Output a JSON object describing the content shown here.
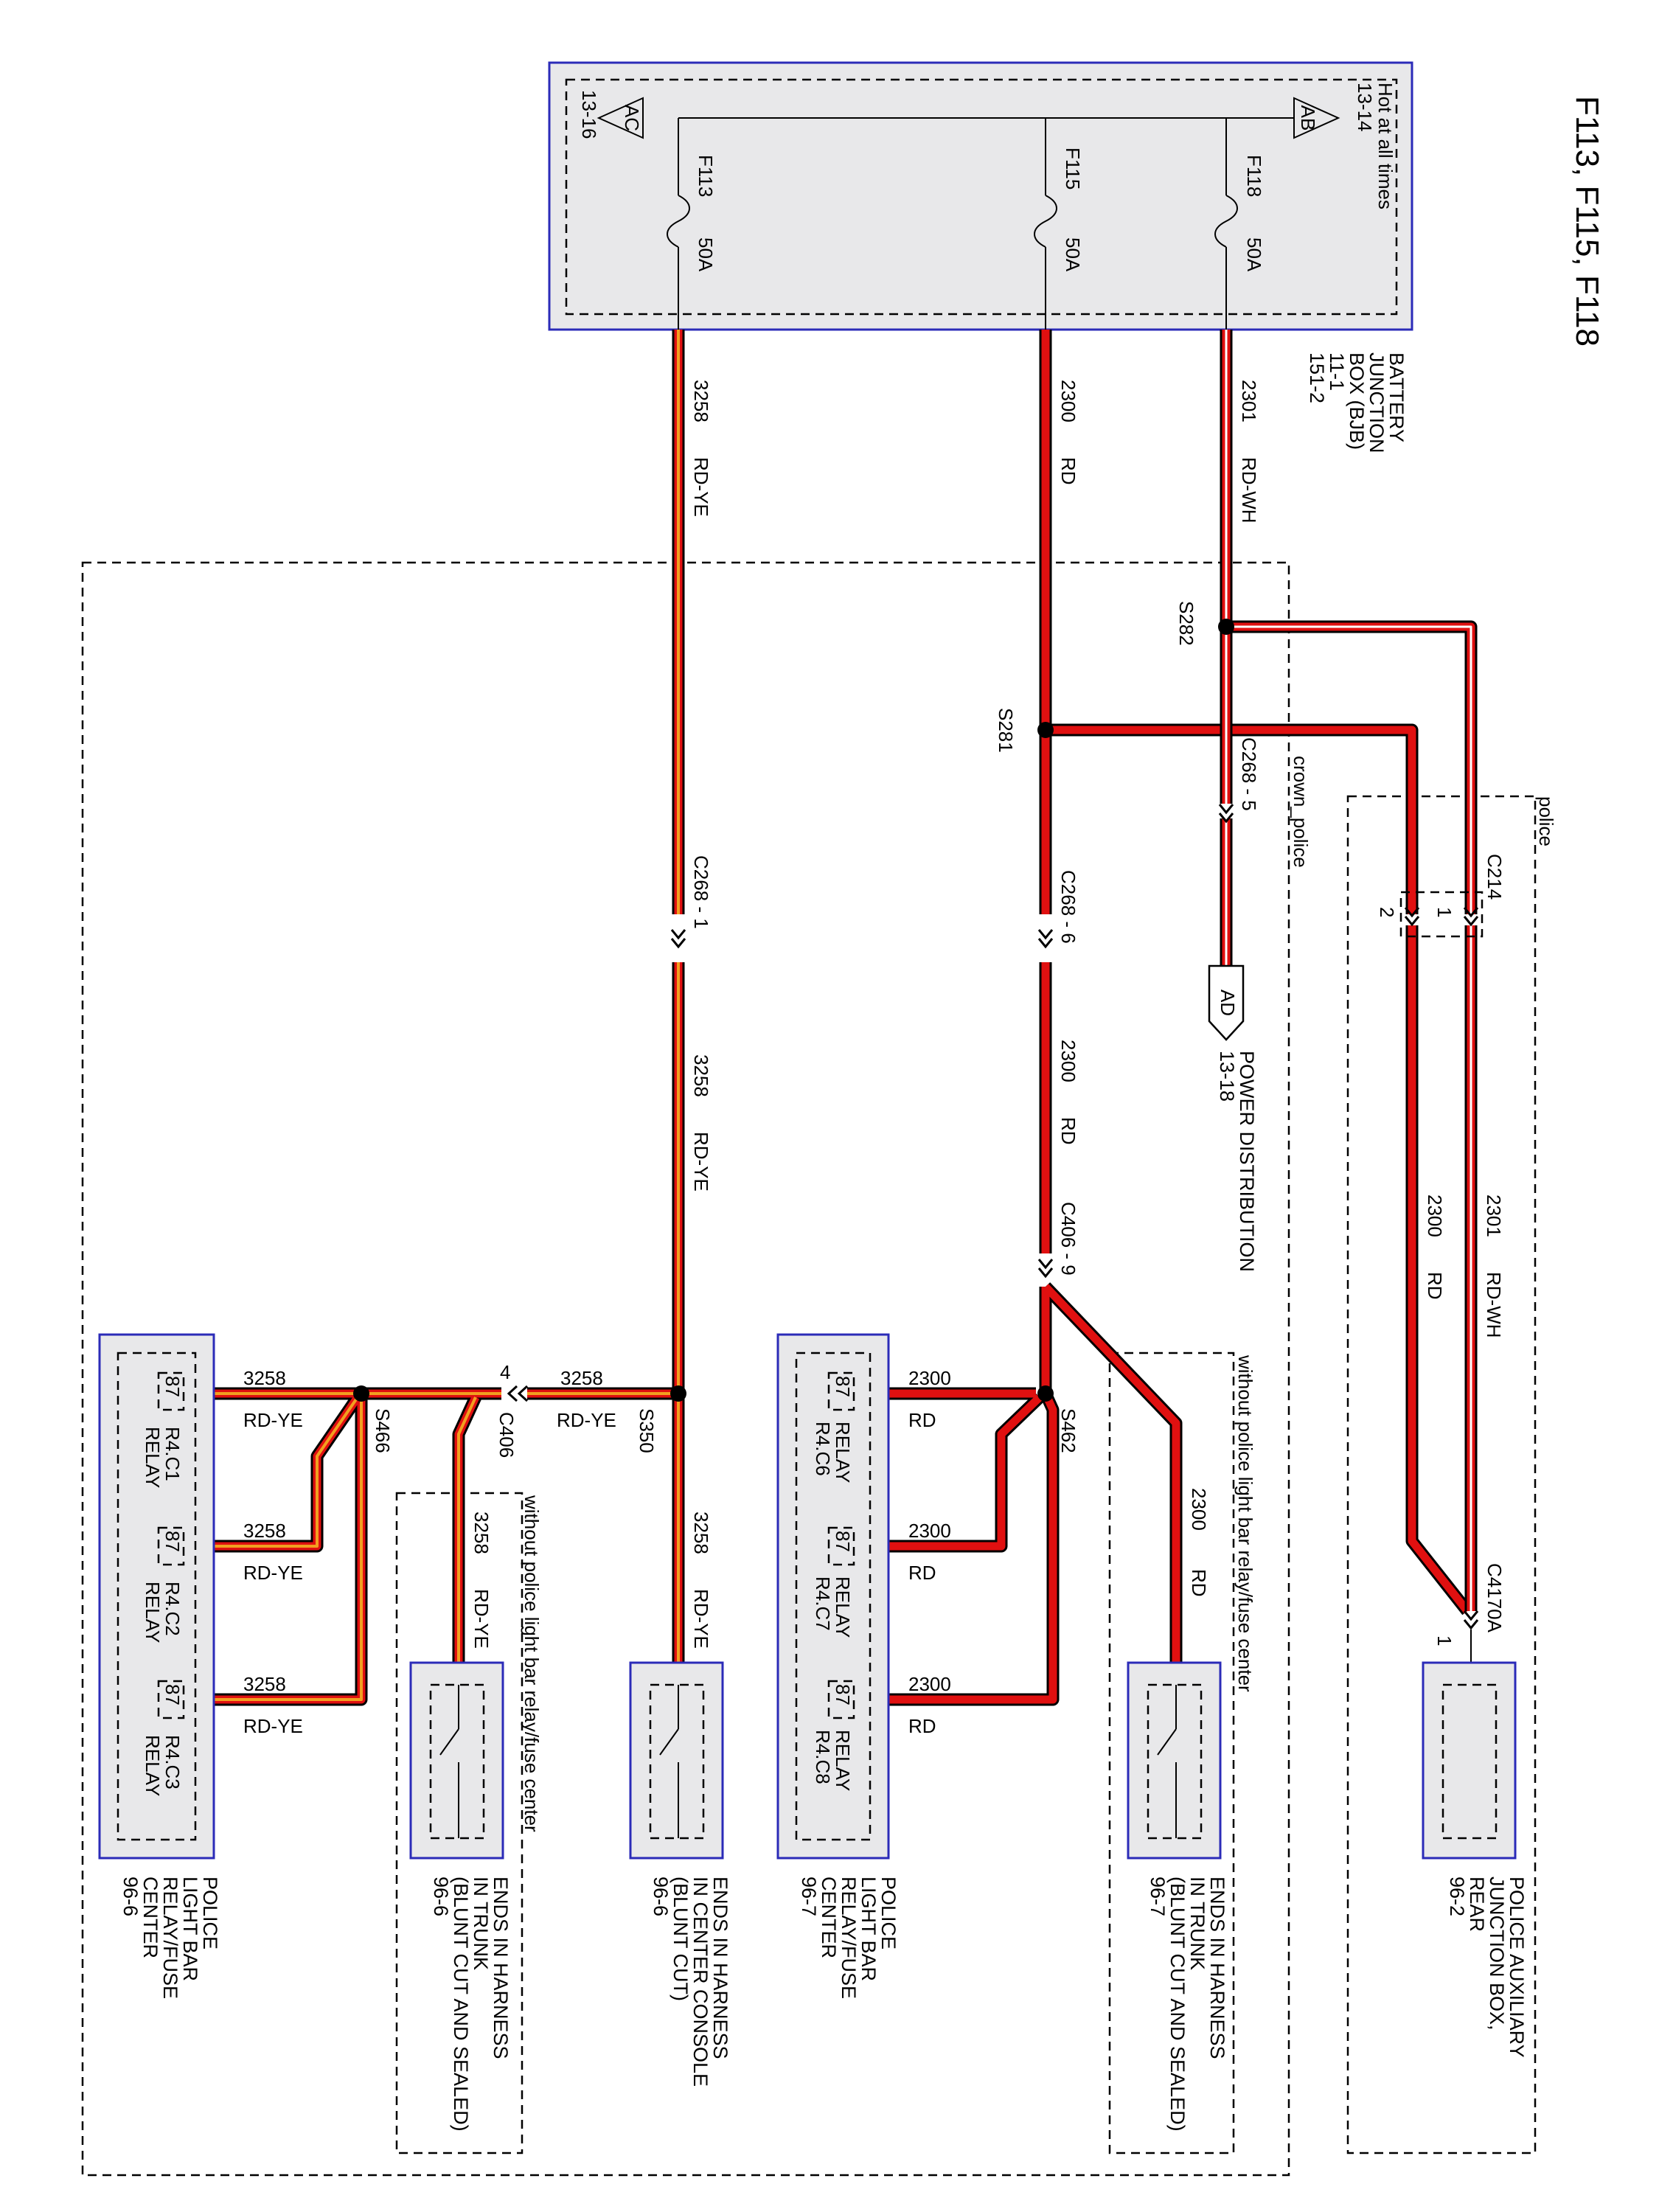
{
  "title": "F113, F115, F118",
  "bjb": {
    "label_lines": [
      "BATTERY",
      "JUNCTION",
      "BOX (BJB)",
      "11-1",
      "151-2"
    ],
    "hot_label": "Hot at all times",
    "hot_ref": "13-14",
    "left_ref": "13-16",
    "tri_left": "AC",
    "tri_right": "AB",
    "fuses": [
      {
        "name": "F113",
        "rating": "50A"
      },
      {
        "name": "F115",
        "rating": "50A"
      },
      {
        "name": "F118",
        "rating": "50A"
      }
    ]
  },
  "wires": {
    "w3258": {
      "circuit": "3258",
      "color": "RD-YE"
    },
    "w2300": {
      "circuit": "2300",
      "color": "RD"
    },
    "w2301": {
      "circuit": "2301",
      "color": "RD-WH"
    }
  },
  "splices": {
    "s282": "S282",
    "s281": "S281",
    "s350": "S350",
    "s462": "S462",
    "s466": "S466"
  },
  "connectors": {
    "c268_5": "C268 - 5",
    "c268_1": "C268 - 1",
    "c268_6": "C268 - 6",
    "c406_9": "C406 - 9",
    "c406_4_pin": "4",
    "c406_4": "C406",
    "c214": "C214",
    "c214_pin1": "1",
    "c214_pin2": "2",
    "c4170a": "C4170A",
    "c4170a_pin": "1"
  },
  "regions": {
    "crown_police": "crown_police",
    "police": "police"
  },
  "power_dist": {
    "tri": "AD",
    "line1": "POWER DISTRIBUTION",
    "line2": "13-18"
  },
  "relay_labels": {
    "pin": "87",
    "relay": "RELAY",
    "r4c1": "R4.C1",
    "r4c2": "R4.C2",
    "r4c3": "R4.C3",
    "r4c6": "R4.C6",
    "r4c7": "R4.C7",
    "r4c8": "R4.C8"
  },
  "components": {
    "aux_box": [
      "POLICE AUXILIARY",
      "JUNCTION BOX,",
      "REAR",
      "96-2"
    ],
    "trunk_rd": [
      "ENDS IN HARNESS",
      "IN TRUNK",
      "(BLUNT CUT AND SEALED)",
      "96-7"
    ],
    "lightbar_rd": [
      "POLICE",
      "LIGHT BAR",
      "RELAY/FUSE",
      "CENTER",
      "96-7"
    ],
    "console": [
      "ENDS IN HARNESS",
      "IN CENTER CONSOLE",
      "(BLUNT CUT)",
      "96-6"
    ],
    "trunk_ye": [
      "ENDS IN HARNESS",
      "IN TRUNK",
      "(BLUNT CUT AND SEALED)",
      "96-6"
    ],
    "lightbar_ye": [
      "POLICE",
      "LIGHT BAR",
      "RELAY/FUSE",
      "CENTER",
      "96-6"
    ]
  },
  "without_label": "without police light bar relay/fuse center",
  "colors": {
    "wire_red": "#e01010",
    "wire_yellow": "#f2a020",
    "wire_white": "#ffffff",
    "box_blue": "#2b2bb8",
    "box_fill": "#e8e8ea"
  }
}
